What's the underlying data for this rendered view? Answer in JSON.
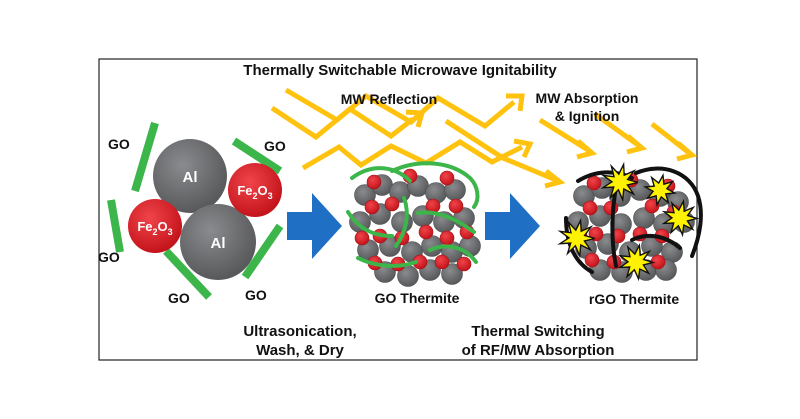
{
  "title": "Thermally Switchable Microwave Ignitability",
  "labels": {
    "go": "GO",
    "al": "Al",
    "fe2o3_base": "Fe",
    "fe2o3_sub2": "2",
    "fe2o3_o": "O",
    "fe2o3_sub3": "3",
    "mw_reflection": "MW Reflection",
    "mw_absorption_line1": "MW Absorption",
    "mw_absorption_line2": "& Ignition",
    "go_thermite": "GO Thermite",
    "rgo_thermite": "rGO Thermite",
    "step1_line1": "Ultrasonication,",
    "step1_line2": "Wash, & Dry",
    "step2_line1": "Thermal Switching",
    "step2_line2": "of RF/MW Absorption"
  },
  "colors": {
    "go_sheet": "#3cb54a",
    "al_particle": "#6d6e71",
    "fe2o3_particle": "#e31b23",
    "microwave_arrow": "#ffc20e",
    "process_arrow": "#1f6fc5",
    "rgo_sheet": "#111111",
    "ignition_spark": "#fff200"
  },
  "icons": [
    "process-arrow-icon",
    "microwave-arrow-icon",
    "ignition-spark-icon"
  ]
}
